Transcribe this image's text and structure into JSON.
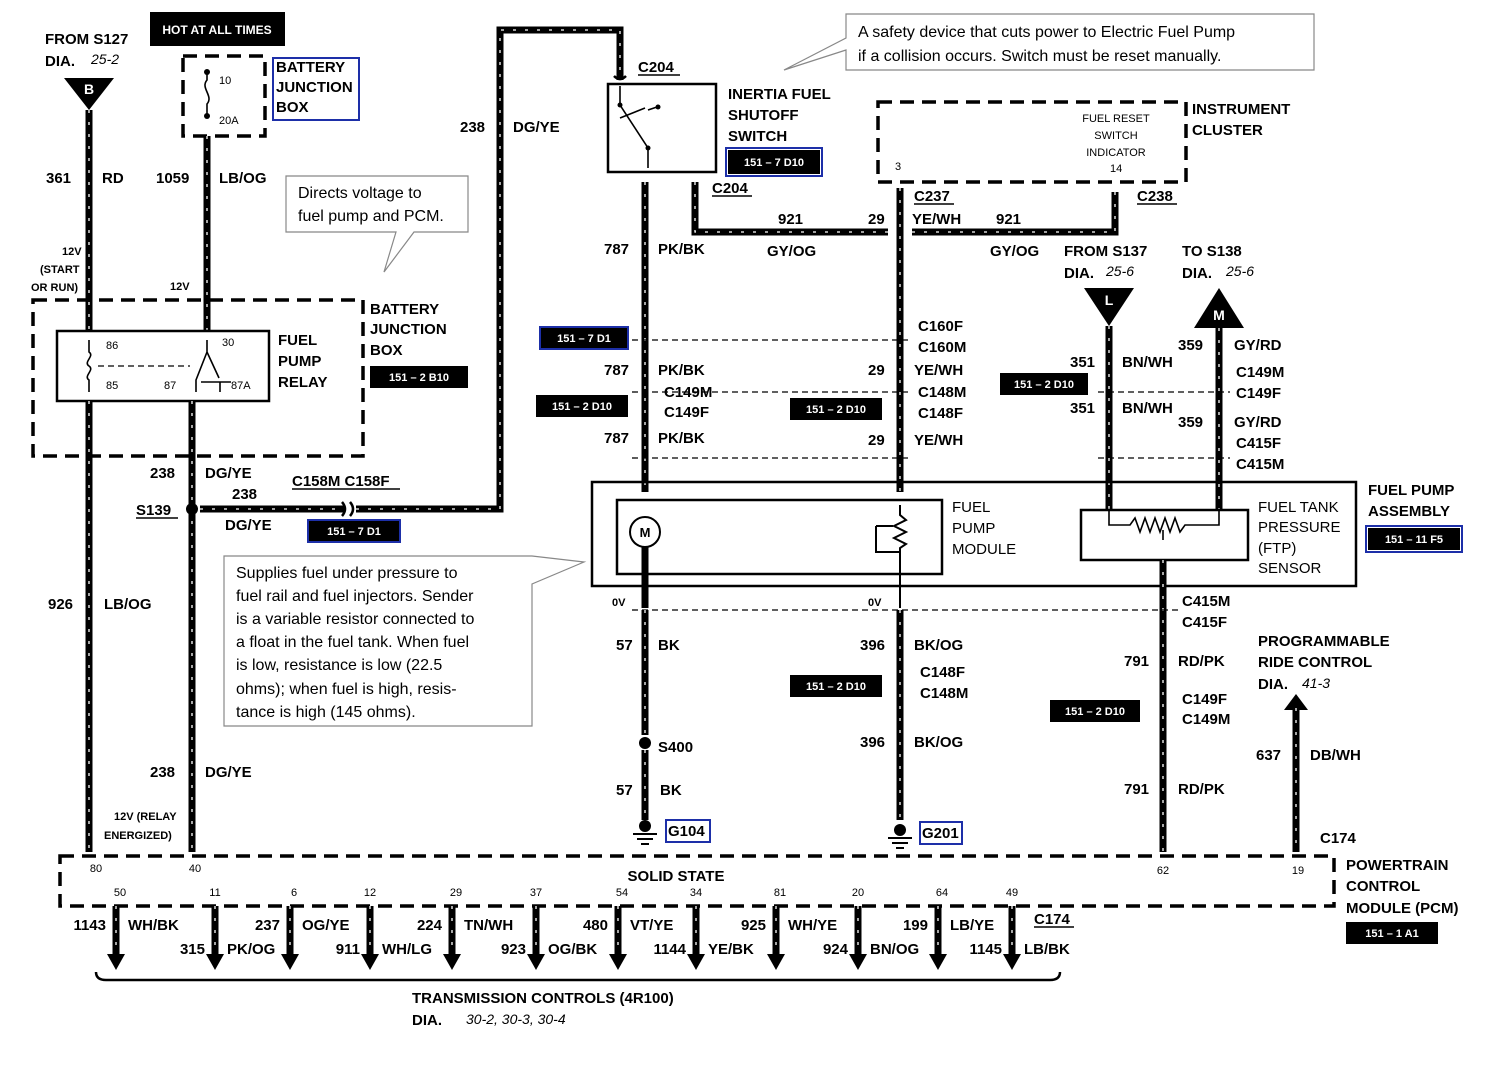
{
  "header": {
    "from_s127": "FROM S127",
    "dia_s127_label": "DIA.",
    "dia_s127_num": "25-2",
    "hot_at_all_times": "HOT AT ALL TIMES",
    "bjb_top": [
      "BATTERY",
      "JUNCTION",
      "BOX"
    ],
    "fuse_10": "10",
    "fuse_20a": "20A"
  },
  "connector_B": "B",
  "connector_L": "L",
  "connector_M": "M",
  "wires": {
    "w361": "361",
    "w361_color": "RD",
    "w1059": "1059",
    "w1059_color": "LB/OG",
    "w238_top": "238",
    "w238_top_color": "DG/YE",
    "w12v_start": "12V",
    "w12v_start_2": "(START",
    "w12v_start_3": "OR RUN)",
    "w12v": "12V",
    "w787a": "787",
    "w787a_color": "PK/BK",
    "w787b": "787",
    "w787b_color": "PK/BK",
    "w787c": "787",
    "w787c_color": "PK/BK",
    "w921a": "921",
    "w921_color_a": "GY/OG",
    "w29": "29",
    "w921b": "921",
    "w29_color": "YE/WH",
    "w921_color_b": "GY/OG",
    "w29b": "29",
    "w29b_color": "YE/WH",
    "w29c": "29",
    "w29c_color": "YE/WH",
    "w351a": "351",
    "w351a_color": "BN/WH",
    "w351b": "351",
    "w351b_color": "BN/WH",
    "w359a": "359",
    "w359a_color": "GY/RD",
    "w359b": "359",
    "w359b_color": "GY/RD",
    "w238_a": "238",
    "w238_a_color": "DG/YE",
    "w238_b": "238",
    "w238_b_color": "DG/YE",
    "w238_c": "238",
    "w238_c_color": "DG/YE",
    "w926": "926",
    "w926_color": "LB/OG",
    "w12v_relay": "12V (RELAY",
    "w12v_relay_2": "ENERGIZED)",
    "w57a": "57",
    "w57a_color": "BK",
    "w57b": "57",
    "w57b_color": "BK",
    "w396a": "396",
    "w396a_color": "BK/OG",
    "w396b": "396",
    "w396b_color": "BK/OG",
    "w791a": "791",
    "w791a_color": "RD/PK",
    "w791b": "791",
    "w791b_color": "RD/PK",
    "w637": "637",
    "w637_color": "DB/WH",
    "zero_v_a": "0V",
    "zero_v_b": "0V"
  },
  "connectors": {
    "c204_top": "C204",
    "c204_bot": "C204",
    "c237": "C237",
    "c238": "C238",
    "c160f": "C160F",
    "c160m": "C160M",
    "c149m_a": "C149M",
    "c149f_a": "C149F",
    "c148m_a": "C148M",
    "c148f_a": "C148F",
    "c149m_b": "C149M",
    "c149f_b": "C149F",
    "c415f_a": "C415F",
    "c415m_a": "C415M",
    "c158": "C158M C158F",
    "s139": "S139",
    "c415m_b": "C415M",
    "c415f_b": "C415F",
    "c148f_b": "C148F",
    "c148m_b": "C148M",
    "c149f_c": "C149F",
    "c149m_c": "C149M",
    "s400": "S400",
    "g104": "G104",
    "g201": "G201",
    "c174_a": "C174",
    "c174_b": "C174"
  },
  "components": {
    "inertia": [
      "INERTIA FUEL",
      "SHUTOFF",
      "SWITCH"
    ],
    "inertia_ref": "151 – 7 D10",
    "instrument_cluster": [
      "INSTRUMENT",
      "CLUSTER"
    ],
    "fuel_reset": [
      "FUEL RESET",
      "SWITCH",
      "INDICATOR"
    ],
    "ic_pin3": "3",
    "ic_pin14": "14",
    "fuel_pump_relay": [
      "FUEL",
      "PUMP",
      "RELAY"
    ],
    "relay_pins": {
      "p86": "86",
      "p30": "30",
      "p85": "85",
      "p87": "87",
      "p87a": "87A"
    },
    "bjb_mid": [
      "BATTERY",
      "JUNCTION",
      "BOX"
    ],
    "bjb_ref": "151 – 2 B10",
    "fuel_pump_module": [
      "FUEL",
      "PUMP",
      "MODULE"
    ],
    "ftp_sensor": [
      "FUEL TANK",
      "PRESSURE",
      "(FTP)",
      "SENSOR"
    ],
    "fuel_pump_assembly": [
      "FUEL PUMP",
      "ASSEMBLY"
    ],
    "fpa_ref": "151 – 11 F5",
    "from_s137": "FROM S137",
    "dia_s137": "DIA.",
    "dia_s137_num": "25-6",
    "to_s138": "TO S138",
    "dia_s138": "DIA.",
    "dia_s138_num": "25-6",
    "prc": [
      "PROGRAMMABLE",
      "RIDE CONTROL"
    ],
    "prc_dia": "DIA.",
    "prc_dia_num": "41-3",
    "pcm": [
      "POWERTRAIN",
      "CONTROL",
      "MODULE (PCM)"
    ],
    "pcm_ref": "151 – 1 A1",
    "solid_state": "SOLID STATE",
    "trans": "TRANSMISSION CONTROLS (4R100)",
    "trans_dia": "DIA.",
    "trans_dia_nums": "30-2, 30-3, 30-4",
    "motor": "M"
  },
  "refs": {
    "r151_7d1_a": "151 – 7 D1",
    "r151_2d10_a": "151 – 2 D10",
    "r151_2d10_b": "151 – 2 D10",
    "r151_2d10_c": "151 – 2 D10",
    "r151_7d1_b": "151 – 7 D1",
    "r151_2d10_d": "151 – 2 D10",
    "r151_2d10_e": "151 – 2 D10"
  },
  "pcm_pins": {
    "p80": "80",
    "p40": "40",
    "p62": "62",
    "p19": "19",
    "bottom": [
      "50",
      "11",
      "6",
      "12",
      "29",
      "37",
      "54",
      "34",
      "81",
      "20",
      "64",
      "49"
    ]
  },
  "trans_wires": [
    {
      "num": "1143",
      "color": "WH/BK"
    },
    {
      "num": "315",
      "color": "PK/OG"
    },
    {
      "num": "237",
      "color": "OG/YE"
    },
    {
      "num": "911",
      "color": "WH/LG"
    },
    {
      "num": "224",
      "color": "TN/WH"
    },
    {
      "num": "923",
      "color": "OG/BK"
    },
    {
      "num": "480",
      "color": "VT/YE"
    },
    {
      "num": "1144",
      "color": "YE/BK"
    },
    {
      "num": "925",
      "color": "WH/YE"
    },
    {
      "num": "924",
      "color": "BN/OG"
    },
    {
      "num": "199",
      "color": "LB/YE"
    },
    {
      "num": "1145",
      "color": "LB/BK"
    }
  ],
  "callouts": {
    "safety": [
      "A safety device that cuts power to Electric Fuel Pump",
      "if a collision occurs.  Switch must be reset manually."
    ],
    "directs": [
      "Directs voltage to",
      "fuel pump and PCM."
    ],
    "supplies": [
      "Supplies fuel under pressure to",
      "fuel rail and fuel injectors.  Sender",
      "is a variable resistor connected to",
      "a float in the fuel tank.  When fuel",
      "is low, resistance is low (22.5",
      "ohms); when fuel is high, resis-",
      "tance is high (145 ohms)."
    ]
  }
}
